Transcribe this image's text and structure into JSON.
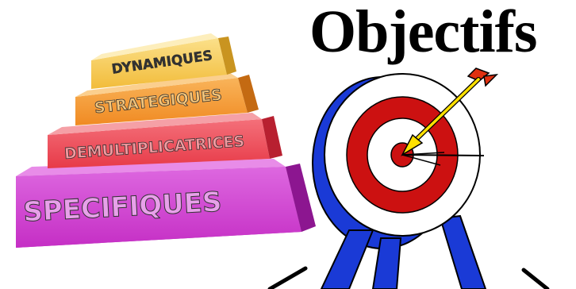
{
  "title": "Objectifs",
  "pyramid": {
    "tiers": [
      {
        "label": "DYNAMIQUES",
        "color": "#f7c542"
      },
      {
        "label": "STRATEGIQUES",
        "color": "#f59a2e"
      },
      {
        "label": "DEMULTIPLICATRICES",
        "color": "#f04a55"
      },
      {
        "label": "SPECIFIQUES",
        "color": "#d93ad8"
      }
    ]
  },
  "target": {
    "ring_colors": [
      "#cc1111",
      "#ffffff"
    ],
    "leg_color": "#1a3ad6",
    "arrow_color": "#ffe000",
    "fletching_color": "#e03010"
  }
}
